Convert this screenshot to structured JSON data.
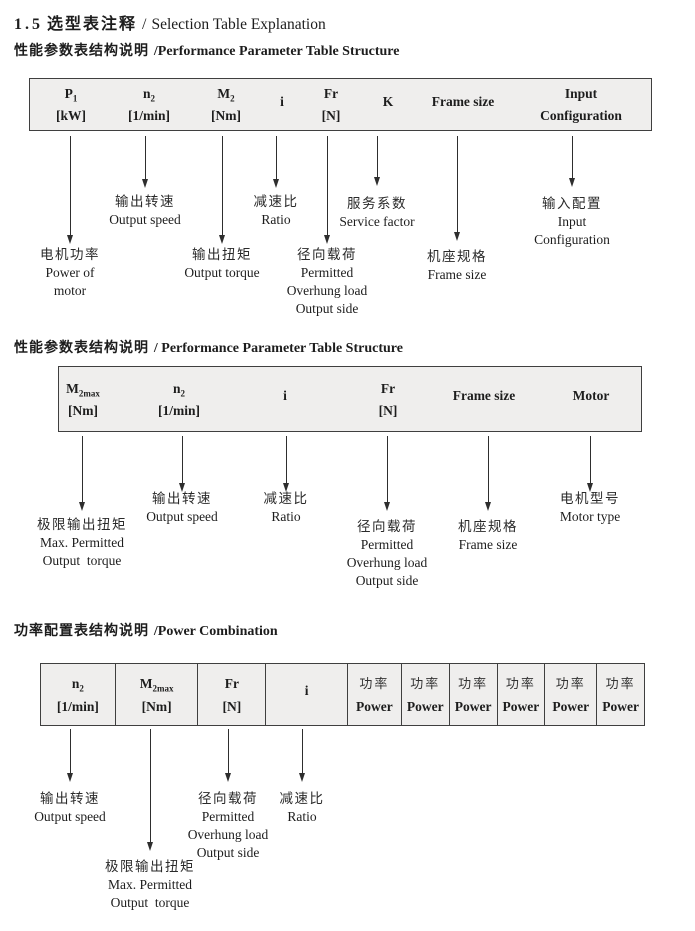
{
  "colors": {
    "tableBg": "#efeeed",
    "tableBorder": "#3f3f3f",
    "text": "#1d1d1d",
    "arrow": "#2e2e2e"
  },
  "title": {
    "number": "1.5",
    "zh": "选型表注释",
    "sep": "/",
    "en": "Selection Table Explanation"
  },
  "sections": [
    {
      "heading": {
        "zh": "性能参数表结构说明 ",
        "en": "/Performance Parameter Table Structure"
      },
      "table": {
        "columns": [
          {
            "main": "P",
            "sub": "1",
            "unit": "[kW]"
          },
          {
            "main": "n",
            "sub": "2",
            "unit": "[1/min]"
          },
          {
            "main": "M",
            "sub": "2",
            "unit": "[Nm]"
          },
          {
            "main": "i",
            "sub": "",
            "unit": ""
          },
          {
            "main": "Fr",
            "sub": "",
            "unit": "[N]"
          },
          {
            "main": "K",
            "sub": "",
            "unit": ""
          },
          {
            "main": "Frame size",
            "sub": "",
            "unit": ""
          },
          {
            "main": "Input",
            "sub": "",
            "unit": "Configuration"
          }
        ]
      },
      "labels": [
        {
          "lines": [
            "电机功率",
            "Power of",
            "motor"
          ]
        },
        {
          "lines": [
            "输出转速",
            "Output speed"
          ]
        },
        {
          "lines": [
            "输出扭矩",
            "Output torque"
          ]
        },
        {
          "lines": [
            "减速比",
            "Ratio"
          ]
        },
        {
          "lines": [
            "径向载荷",
            "Permitted",
            "Overhung load",
            "Output side"
          ]
        },
        {
          "lines": [
            "服务系数",
            "Service factor"
          ]
        },
        {
          "lines": [
            "机座规格",
            "Frame size"
          ]
        },
        {
          "lines": [
            "输入配置",
            "Input",
            "Configuration"
          ]
        }
      ]
    },
    {
      "heading": {
        "zh": "性能参数表结构说明 ",
        "en": "/ Performance Parameter Table Structure"
      },
      "table": {
        "columns": [
          {
            "main": "M",
            "sub": "2max",
            "unit": "[Nm]"
          },
          {
            "main": "n",
            "sub": "2",
            "unit": "[1/min]"
          },
          {
            "main": "i",
            "sub": "",
            "unit": ""
          },
          {
            "main": "Fr",
            "sub": "",
            "unit": "[N]"
          },
          {
            "main": "Frame size",
            "sub": "",
            "unit": ""
          },
          {
            "main": "Motor",
            "sub": "",
            "unit": ""
          }
        ]
      },
      "labels": [
        {
          "lines": [
            "极限输出扭矩",
            "Max. Permitted",
            "Output  torque"
          ]
        },
        {
          "lines": [
            "输出转速",
            "Output speed"
          ]
        },
        {
          "lines": [
            "减速比",
            "Ratio"
          ]
        },
        {
          "lines": [
            "径向载荷",
            "Permitted",
            "Overhung load",
            "Output side"
          ]
        },
        {
          "lines": [
            "机座规格",
            "Frame size"
          ]
        },
        {
          "lines": [
            "电机型号",
            "Motor type"
          ]
        }
      ]
    },
    {
      "heading": {
        "zh": "功率配置表结构说明 ",
        "en": "/Power Combination"
      },
      "table": {
        "columns": [
          {
            "main": "n",
            "sub": "2",
            "unit": "[1/min]"
          },
          {
            "main": "M",
            "sub": "2max",
            "unit": "[Nm]"
          },
          {
            "main": "Fr",
            "sub": "",
            "unit": "[N]"
          },
          {
            "main": "i",
            "sub": "",
            "unit": ""
          },
          {
            "main": "功率",
            "sub": "",
            "unit": "Power"
          },
          {
            "main": "功率",
            "sub": "",
            "unit": "Power"
          },
          {
            "main": "功率",
            "sub": "",
            "unit": "Power"
          },
          {
            "main": "功率",
            "sub": "",
            "unit": "Power"
          },
          {
            "main": "功率",
            "sub": "",
            "unit": "Power"
          },
          {
            "main": "功率",
            "sub": "",
            "unit": "Power"
          }
        ]
      },
      "labels": [
        {
          "lines": [
            "输出转速",
            "Output speed"
          ]
        },
        {
          "lines": [
            "极限输出扭矩",
            "Max. Permitted",
            "Output  torque"
          ]
        },
        {
          "lines": [
            "径向载荷",
            "Permitted",
            "Overhung load",
            "Output side"
          ]
        },
        {
          "lines": [
            "减速比",
            "Ratio"
          ]
        }
      ]
    }
  ]
}
